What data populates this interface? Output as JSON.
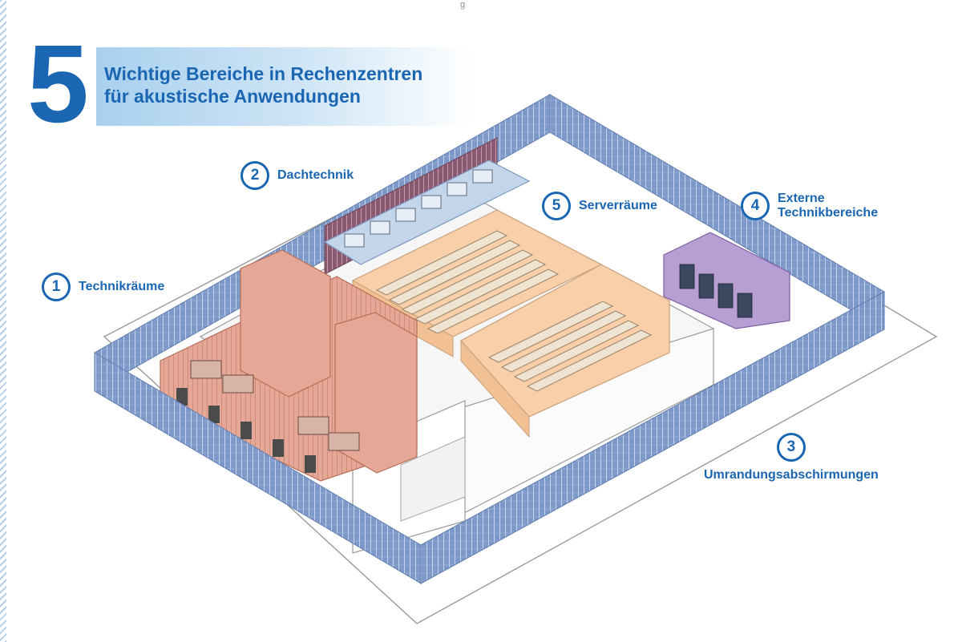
{
  "header": {
    "top_caption": "g",
    "number": "5",
    "title_lines": [
      "Wichtige Bereiche in Rechenzentren",
      "für akustische Anwendungen"
    ]
  },
  "callouts": [
    {
      "number": "1",
      "lines": [
        "Technikräume"
      ]
    },
    {
      "number": "2",
      "lines": [
        "Dachtechnik"
      ]
    },
    {
      "number": "3",
      "lines": [
        "Umrandungsabschirmungen"
      ]
    },
    {
      "number": "4",
      "lines": [
        "Externe",
        "Technikbereiche"
      ]
    },
    {
      "number": "5",
      "lines": [
        "Serverräume"
      ]
    }
  ],
  "colors": {
    "accent_blue": "#1a66b3",
    "perimeter_screen": "#7d99c9",
    "technical_rooms": "#e6a896",
    "roof_equipment": "#c3d5ea",
    "roof_screen": "#8a5a70",
    "external_area": "#b79fd3",
    "server_rooms": "#f8cfa8",
    "site_ground": "#ffffff",
    "outline": "#8d8d8d"
  },
  "icons": [
    "circled-number-icon",
    "cooling-unit-icon",
    "generator-icon",
    "server-rack-icon"
  ]
}
